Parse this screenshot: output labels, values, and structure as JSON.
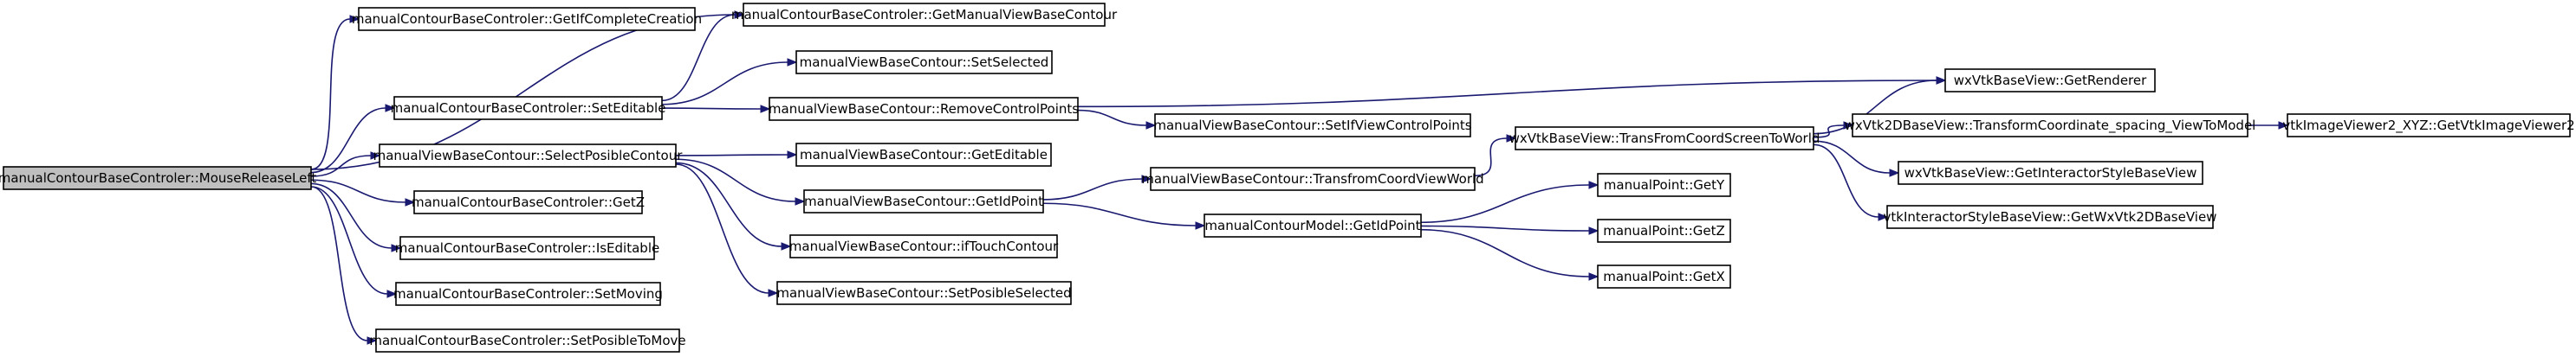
{
  "graph": {
    "nodes": [
      {
        "id": "root",
        "label": "manualContourBaseControler::MouseReleaseLeft"
      },
      {
        "id": "getIfComplete",
        "label": "manualContourBaseControler::GetIfCompleteCreation"
      },
      {
        "id": "getManualView",
        "label": "manualContourBaseControler::GetManualViewBaseContour"
      },
      {
        "id": "setEditable",
        "label": "manualContourBaseControler::SetEditable"
      },
      {
        "id": "selectPosible",
        "label": "manualViewBaseContour::SelectPosibleContour"
      },
      {
        "id": "getZctrl",
        "label": "manualContourBaseControler::GetZ"
      },
      {
        "id": "isEditable",
        "label": "manualContourBaseControler::IsEditable"
      },
      {
        "id": "setMoving",
        "label": "manualContourBaseControler::SetMoving"
      },
      {
        "id": "setPosibleToMove",
        "label": "manualContourBaseControler::SetPosibleToMove"
      },
      {
        "id": "setSelected",
        "label": "manualViewBaseContour::SetSelected"
      },
      {
        "id": "removeCP",
        "label": "manualViewBaseContour::RemoveControlPoints"
      },
      {
        "id": "getEditable",
        "label": "manualViewBaseContour::GetEditable"
      },
      {
        "id": "getIdPointView",
        "label": "manualViewBaseContour::GetIdPoint"
      },
      {
        "id": "ifTouch",
        "label": "manualViewBaseContour::ifTouchContour"
      },
      {
        "id": "setPosibleSel",
        "label": "manualViewBaseContour::SetPosibleSelected"
      },
      {
        "id": "setIfViewCP",
        "label": "manualViewBaseContour::SetIfViewControlPoints"
      },
      {
        "id": "transfromCVW",
        "label": "manualViewBaseContour::TransfromCoordViewWorld"
      },
      {
        "id": "modelGetIdPoint",
        "label": "manualContourModel::GetIdPoint"
      },
      {
        "id": "transCSW",
        "label": "wxVtkBaseView::TransFromCoordScreenToWorld"
      },
      {
        "id": "getRenderer",
        "label": "wxVtkBaseView::GetRenderer"
      },
      {
        "id": "transformCoord",
        "label": "wxVtk2DBaseView::TransformCoordinate_spacing_ViewToModel"
      },
      {
        "id": "getInteractor",
        "label": "wxVtkBaseView::GetInteractorStyleBaseView"
      },
      {
        "id": "getWxVtk2D",
        "label": "vtkInteractorStyleBaseView::GetWxVtk2DBaseView"
      },
      {
        "id": "getVtkImage",
        "label": "vtkImageViewer2_XYZ::GetVtkImageViewer2"
      },
      {
        "id": "pointGetY",
        "label": "manualPoint::GetY"
      },
      {
        "id": "pointGetZ",
        "label": "manualPoint::GetZ"
      },
      {
        "id": "pointGetX",
        "label": "manualPoint::GetX"
      }
    ],
    "edges": [
      [
        "root",
        "getIfComplete"
      ],
      [
        "root",
        "getManualView"
      ],
      [
        "root",
        "setEditable"
      ],
      [
        "root",
        "selectPosible"
      ],
      [
        "root",
        "getZctrl"
      ],
      [
        "root",
        "isEditable"
      ],
      [
        "root",
        "setMoving"
      ],
      [
        "root",
        "setPosibleToMove"
      ],
      [
        "setEditable",
        "getManualView"
      ],
      [
        "setEditable",
        "setSelected"
      ],
      [
        "setEditable",
        "removeCP"
      ],
      [
        "removeCP",
        "getRenderer"
      ],
      [
        "removeCP",
        "setIfViewCP"
      ],
      [
        "selectPosible",
        "getEditable"
      ],
      [
        "selectPosible",
        "getIdPointView"
      ],
      [
        "selectPosible",
        "ifTouch"
      ],
      [
        "selectPosible",
        "setPosibleSel"
      ],
      [
        "getIdPointView",
        "transfromCVW"
      ],
      [
        "getIdPointView",
        "modelGetIdPoint"
      ],
      [
        "transfromCVW",
        "transCSW"
      ],
      [
        "transCSW",
        "getRenderer"
      ],
      [
        "transCSW",
        "transformCoord"
      ],
      [
        "transCSW",
        "getInteractor"
      ],
      [
        "transCSW",
        "getWxVtk2D"
      ],
      [
        "transformCoord",
        "getVtkImage"
      ],
      [
        "modelGetIdPoint",
        "pointGetY"
      ],
      [
        "modelGetIdPoint",
        "pointGetZ"
      ],
      [
        "modelGetIdPoint",
        "pointGetX"
      ]
    ]
  }
}
